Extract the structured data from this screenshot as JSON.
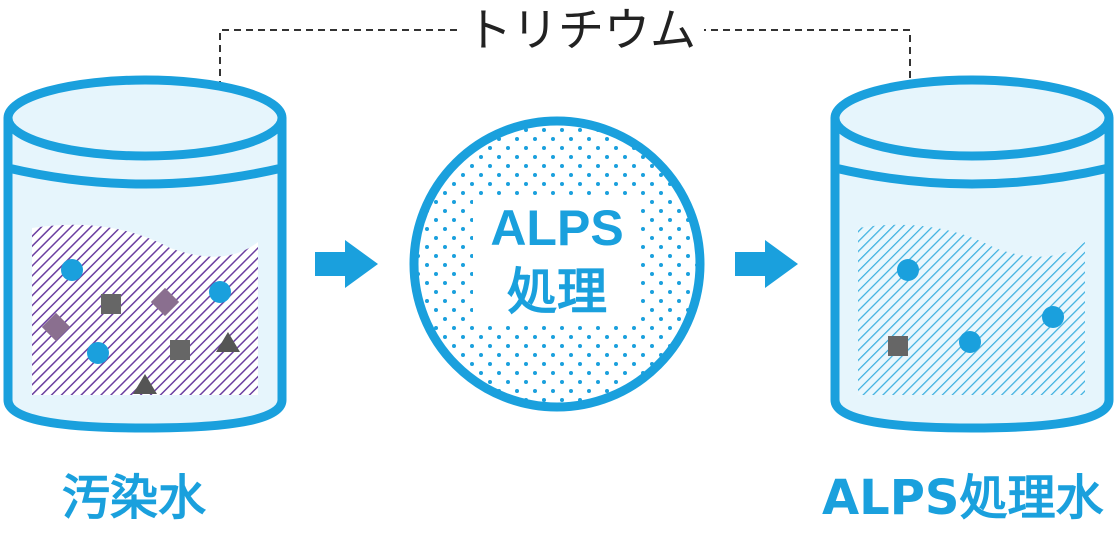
{
  "top_label": "トリチウム",
  "left_label": "汚染水",
  "right_label": "ALPS処理水",
  "center_label": {
    "line1": "ALPS",
    "line2": "処理"
  },
  "colors": {
    "accent": "#1aa0dd",
    "container_fill": "#e6f5fc",
    "contaminated_hatch": "#6b3fa0",
    "treated_hatch": "#3cb0e0",
    "particle_blue": "#1aa0dd",
    "particle_gray": "#666666",
    "particle_purple": "#8a6f8f",
    "dashed_line": "#333333"
  },
  "icons": {
    "left_container": "contaminated-water-jar",
    "right_container": "treated-water-jar",
    "filter": "alps-filter-circle",
    "arrow": "right-arrow-icon"
  }
}
